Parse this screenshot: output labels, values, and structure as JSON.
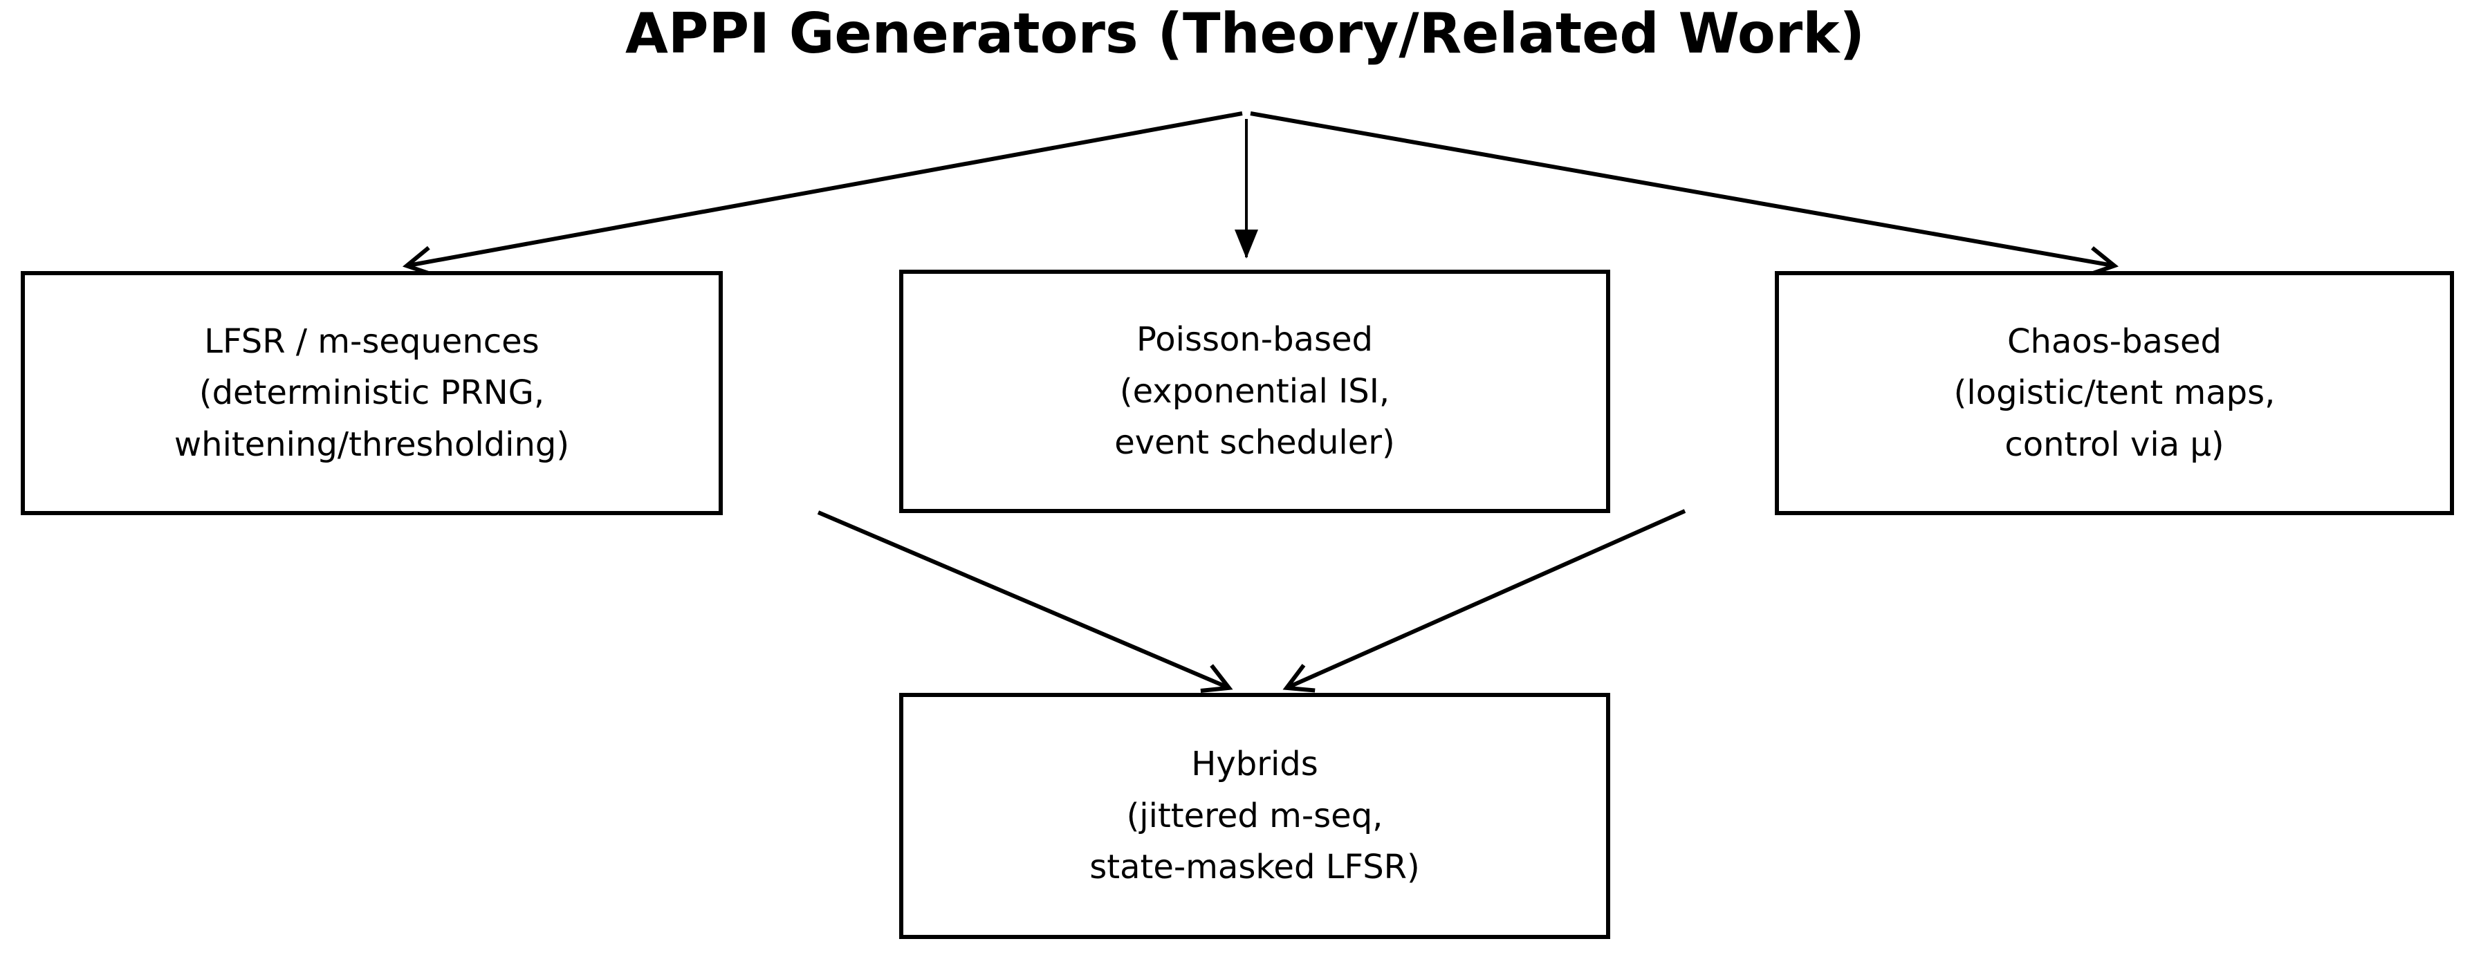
{
  "page": {
    "background_color": "#ffffff",
    "line_color": "#000000",
    "text_color": "#000000"
  },
  "diagram": {
    "title": "APPI Generators (Theory/Related Work)",
    "nodes": {
      "lfsr": {
        "label": "LFSR / m-sequences\n(deterministic PRNG,\nwhitening/thresholding)"
      },
      "poisson": {
        "label": "Poisson-based\n(exponential ISI,\nevent scheduler)"
      },
      "chaos": {
        "label": "Chaos-based\n(logistic/tent maps,\ncontrol via μ)"
      },
      "hybrids": {
        "label": "Hybrids\n(jittered m-seq,\nstate-masked LFSR)"
      }
    },
    "edges": [
      {
        "from": "title",
        "to": "lfsr"
      },
      {
        "from": "title",
        "to": "poisson"
      },
      {
        "from": "title",
        "to": "chaos"
      },
      {
        "from": "lfsr",
        "to": "hybrids"
      },
      {
        "from": "chaos",
        "to": "hybrids"
      }
    ]
  }
}
